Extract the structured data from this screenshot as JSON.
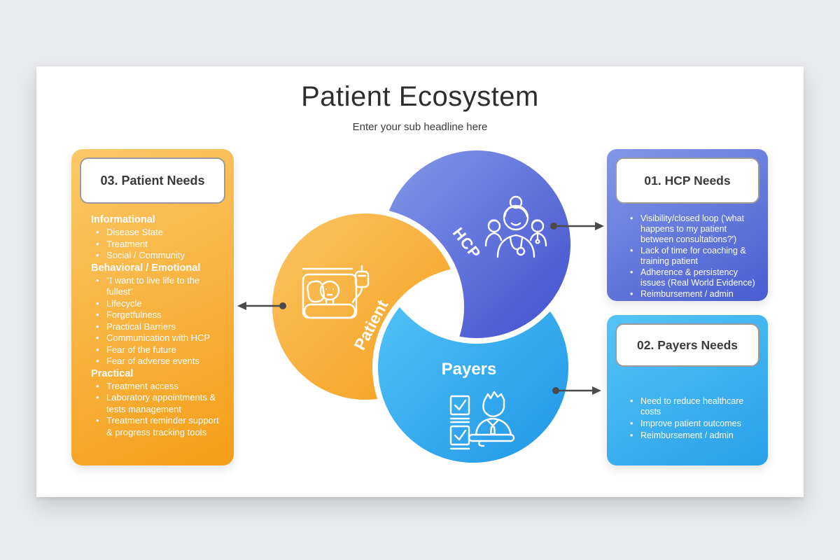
{
  "slide": {
    "title": "Patient Ecosystem",
    "subtitle": "Enter your sub headline here"
  },
  "circles": {
    "patient": {
      "label": "Patient"
    },
    "hcp": {
      "label": "HCP"
    },
    "payers": {
      "label": "Payers"
    }
  },
  "cards": {
    "patient": {
      "header": "03. Patient Needs",
      "sections": [
        {
          "heading": "Informational",
          "items": [
            "Disease State",
            "Treatment",
            "Social / Community"
          ]
        },
        {
          "heading": "Behavioral / Emotional",
          "items": [
            "\"I want to live life to the fullest\"",
            "Lifecycle",
            "Forgetfulness",
            "Practical Barriers",
            "Communication with HCP",
            "Fear of the future",
            "Fear of adverse events"
          ]
        },
        {
          "heading": "Practical",
          "items": [
            "Treatment access",
            "Laboratory appointments & tests management",
            "Treatment reminder support & progress tracking tools"
          ]
        }
      ]
    },
    "hcp": {
      "header": "01. HCP Needs",
      "items": [
        "Visibility/closed loop ('what happens to my patient between consultations?')",
        "Lack of time for coaching & training patient",
        "Adherence & persistency issues (Real World Evidence)",
        "Reimbursement / admin"
      ]
    },
    "payers": {
      "header": "02. Payers Needs",
      "items": [
        "Need to reduce healthcare costs",
        "Improve patient outcomes",
        "Reimbursement / admin"
      ]
    }
  },
  "colors": {
    "patient_orange": "#F5A31F",
    "hcp_blue": "#4C5FD6",
    "payers_blue": "#2B9FEA",
    "arrow_gray": "#4A4A4A",
    "background_gray": "#E8EAED"
  }
}
